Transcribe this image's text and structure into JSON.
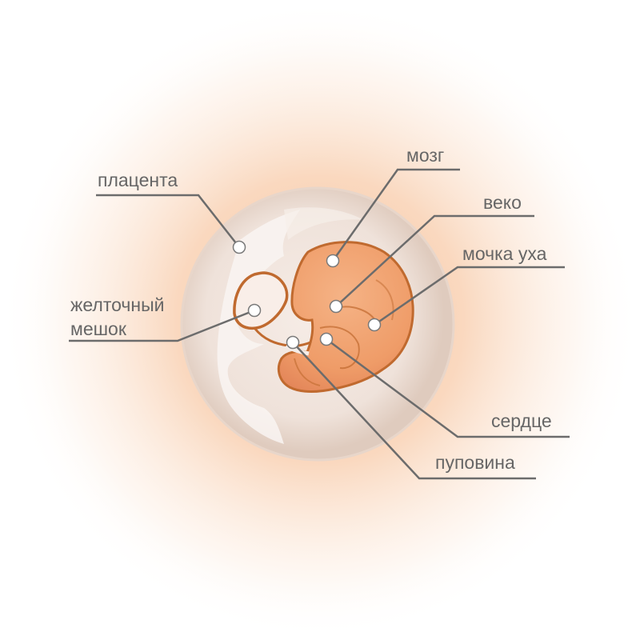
{
  "labels": {
    "placenta": "плацента",
    "yolk_sac_line1": "желточный",
    "yolk_sac_line2": "мешок",
    "brain": "мозг",
    "eyelid": "веко",
    "earlobe": "мочка уха",
    "heart": "сердце",
    "umbilical_cord": "пуповина"
  },
  "colors": {
    "glow": "#f8c9a4",
    "sphere": "#efe3dc",
    "embryo_fill": "#ef9f6b",
    "embryo_outline": "#c06a2f",
    "leader_line": "#6c6c6c",
    "label_text": "#666666"
  }
}
